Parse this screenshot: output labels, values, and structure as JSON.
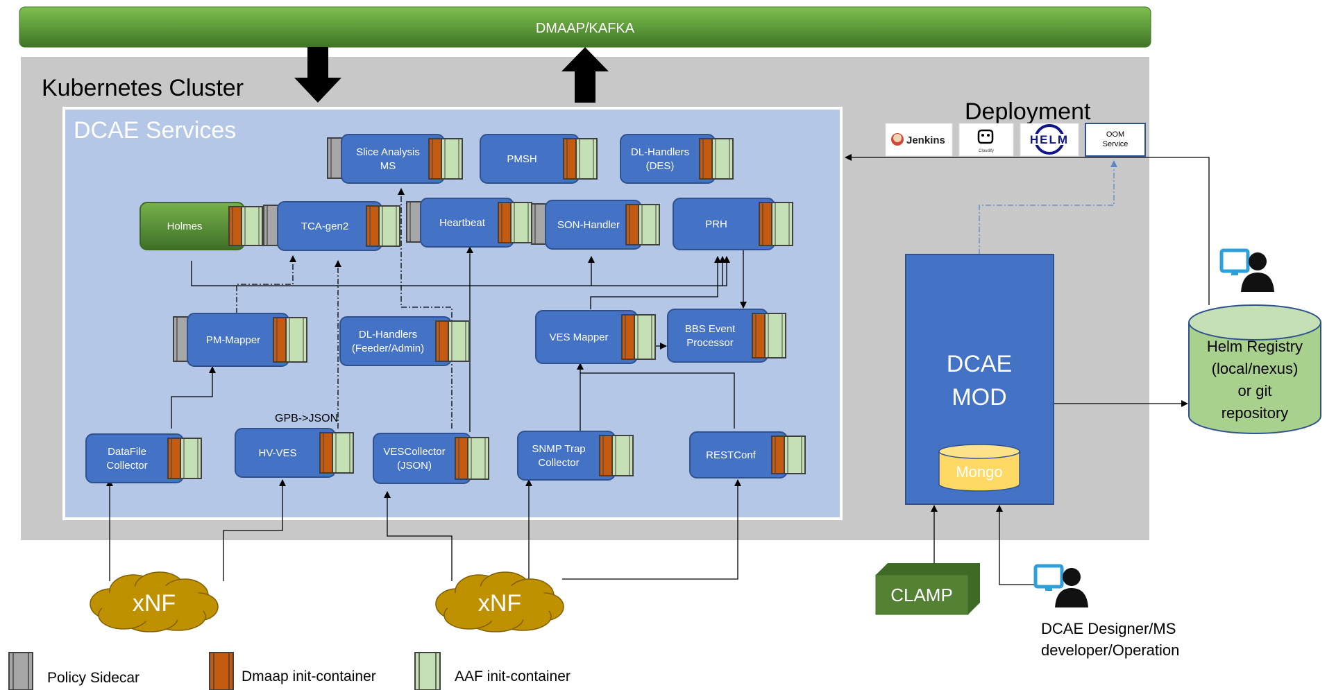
{
  "bus": {
    "label": "DMAAP/KAFKA",
    "color": "#5e9b3a"
  },
  "cluster": {
    "title": "Kubernetes Cluster"
  },
  "dcae": {
    "title": "DCAE Services"
  },
  "services": [
    {
      "id": "slice",
      "lines": [
        "Slice Analysis",
        "MS"
      ],
      "policy": true
    },
    {
      "id": "pmsh",
      "lines": [
        "PMSH"
      ],
      "policy": false
    },
    {
      "id": "dlhdes",
      "lines": [
        "DL-Handlers",
        "(DES)"
      ],
      "policy": false
    },
    {
      "id": "holmes",
      "lines": [
        "Holmes"
      ],
      "policy": false,
      "green": true
    },
    {
      "id": "tca",
      "lines": [
        "TCA-gen2"
      ],
      "policy": true
    },
    {
      "id": "heartbeat",
      "lines": [
        "Heartbeat"
      ],
      "policy": true
    },
    {
      "id": "son",
      "lines": [
        "SON-Handler"
      ],
      "policy": true
    },
    {
      "id": "prh",
      "lines": [
        "PRH"
      ],
      "policy": false
    },
    {
      "id": "pmmapper",
      "lines": [
        "PM-Mapper"
      ],
      "policy": true
    },
    {
      "id": "dlhfeeder",
      "lines": [
        "DL-Handlers",
        "(Feeder/Admin)"
      ],
      "policy": false
    },
    {
      "id": "vesmapper",
      "lines": [
        "VES Mapper"
      ],
      "policy": false
    },
    {
      "id": "bbs",
      "lines": [
        "BBS Event",
        "Processor"
      ],
      "policy": false
    },
    {
      "id": "datafile",
      "lines": [
        "DataFile",
        "Collector"
      ],
      "policy": false
    },
    {
      "id": "hvves",
      "lines": [
        "HV-VES"
      ],
      "policy": false
    },
    {
      "id": "vescoll",
      "lines": [
        "VESCollector",
        "(JSON)"
      ],
      "policy": false
    },
    {
      "id": "snmp",
      "lines": [
        "SNMP  Trap",
        "Collector"
      ],
      "policy": false
    },
    {
      "id": "restconf",
      "lines": [
        "RESTConf"
      ],
      "policy": false
    }
  ],
  "gpb_label": "GPB->JSON",
  "deployment": {
    "title": "Deployment",
    "logos": [
      "Jenkins",
      "Cloudify",
      "HELM",
      "OOM Service"
    ]
  },
  "mod": {
    "title_lines": [
      "DCAE",
      "MOD"
    ],
    "db": "Mongo"
  },
  "helm_registry": {
    "lines": [
      "Helm Registry",
      "(local/nexus)",
      "or git",
      "repository"
    ]
  },
  "clamp": {
    "label": "CLAMP"
  },
  "designer": {
    "lines": [
      "DCAE Designer/MS",
      "developer/Operation"
    ]
  },
  "xnf": [
    "xNF",
    "xNF"
  ],
  "legend": [
    {
      "label": "Policy Sidecar",
      "color": "#a6a6a6"
    },
    {
      "label": "Dmaap init-container",
      "color": "#c55a11"
    },
    {
      "label": "AAF init-container",
      "color": "#c5e0b4"
    }
  ]
}
